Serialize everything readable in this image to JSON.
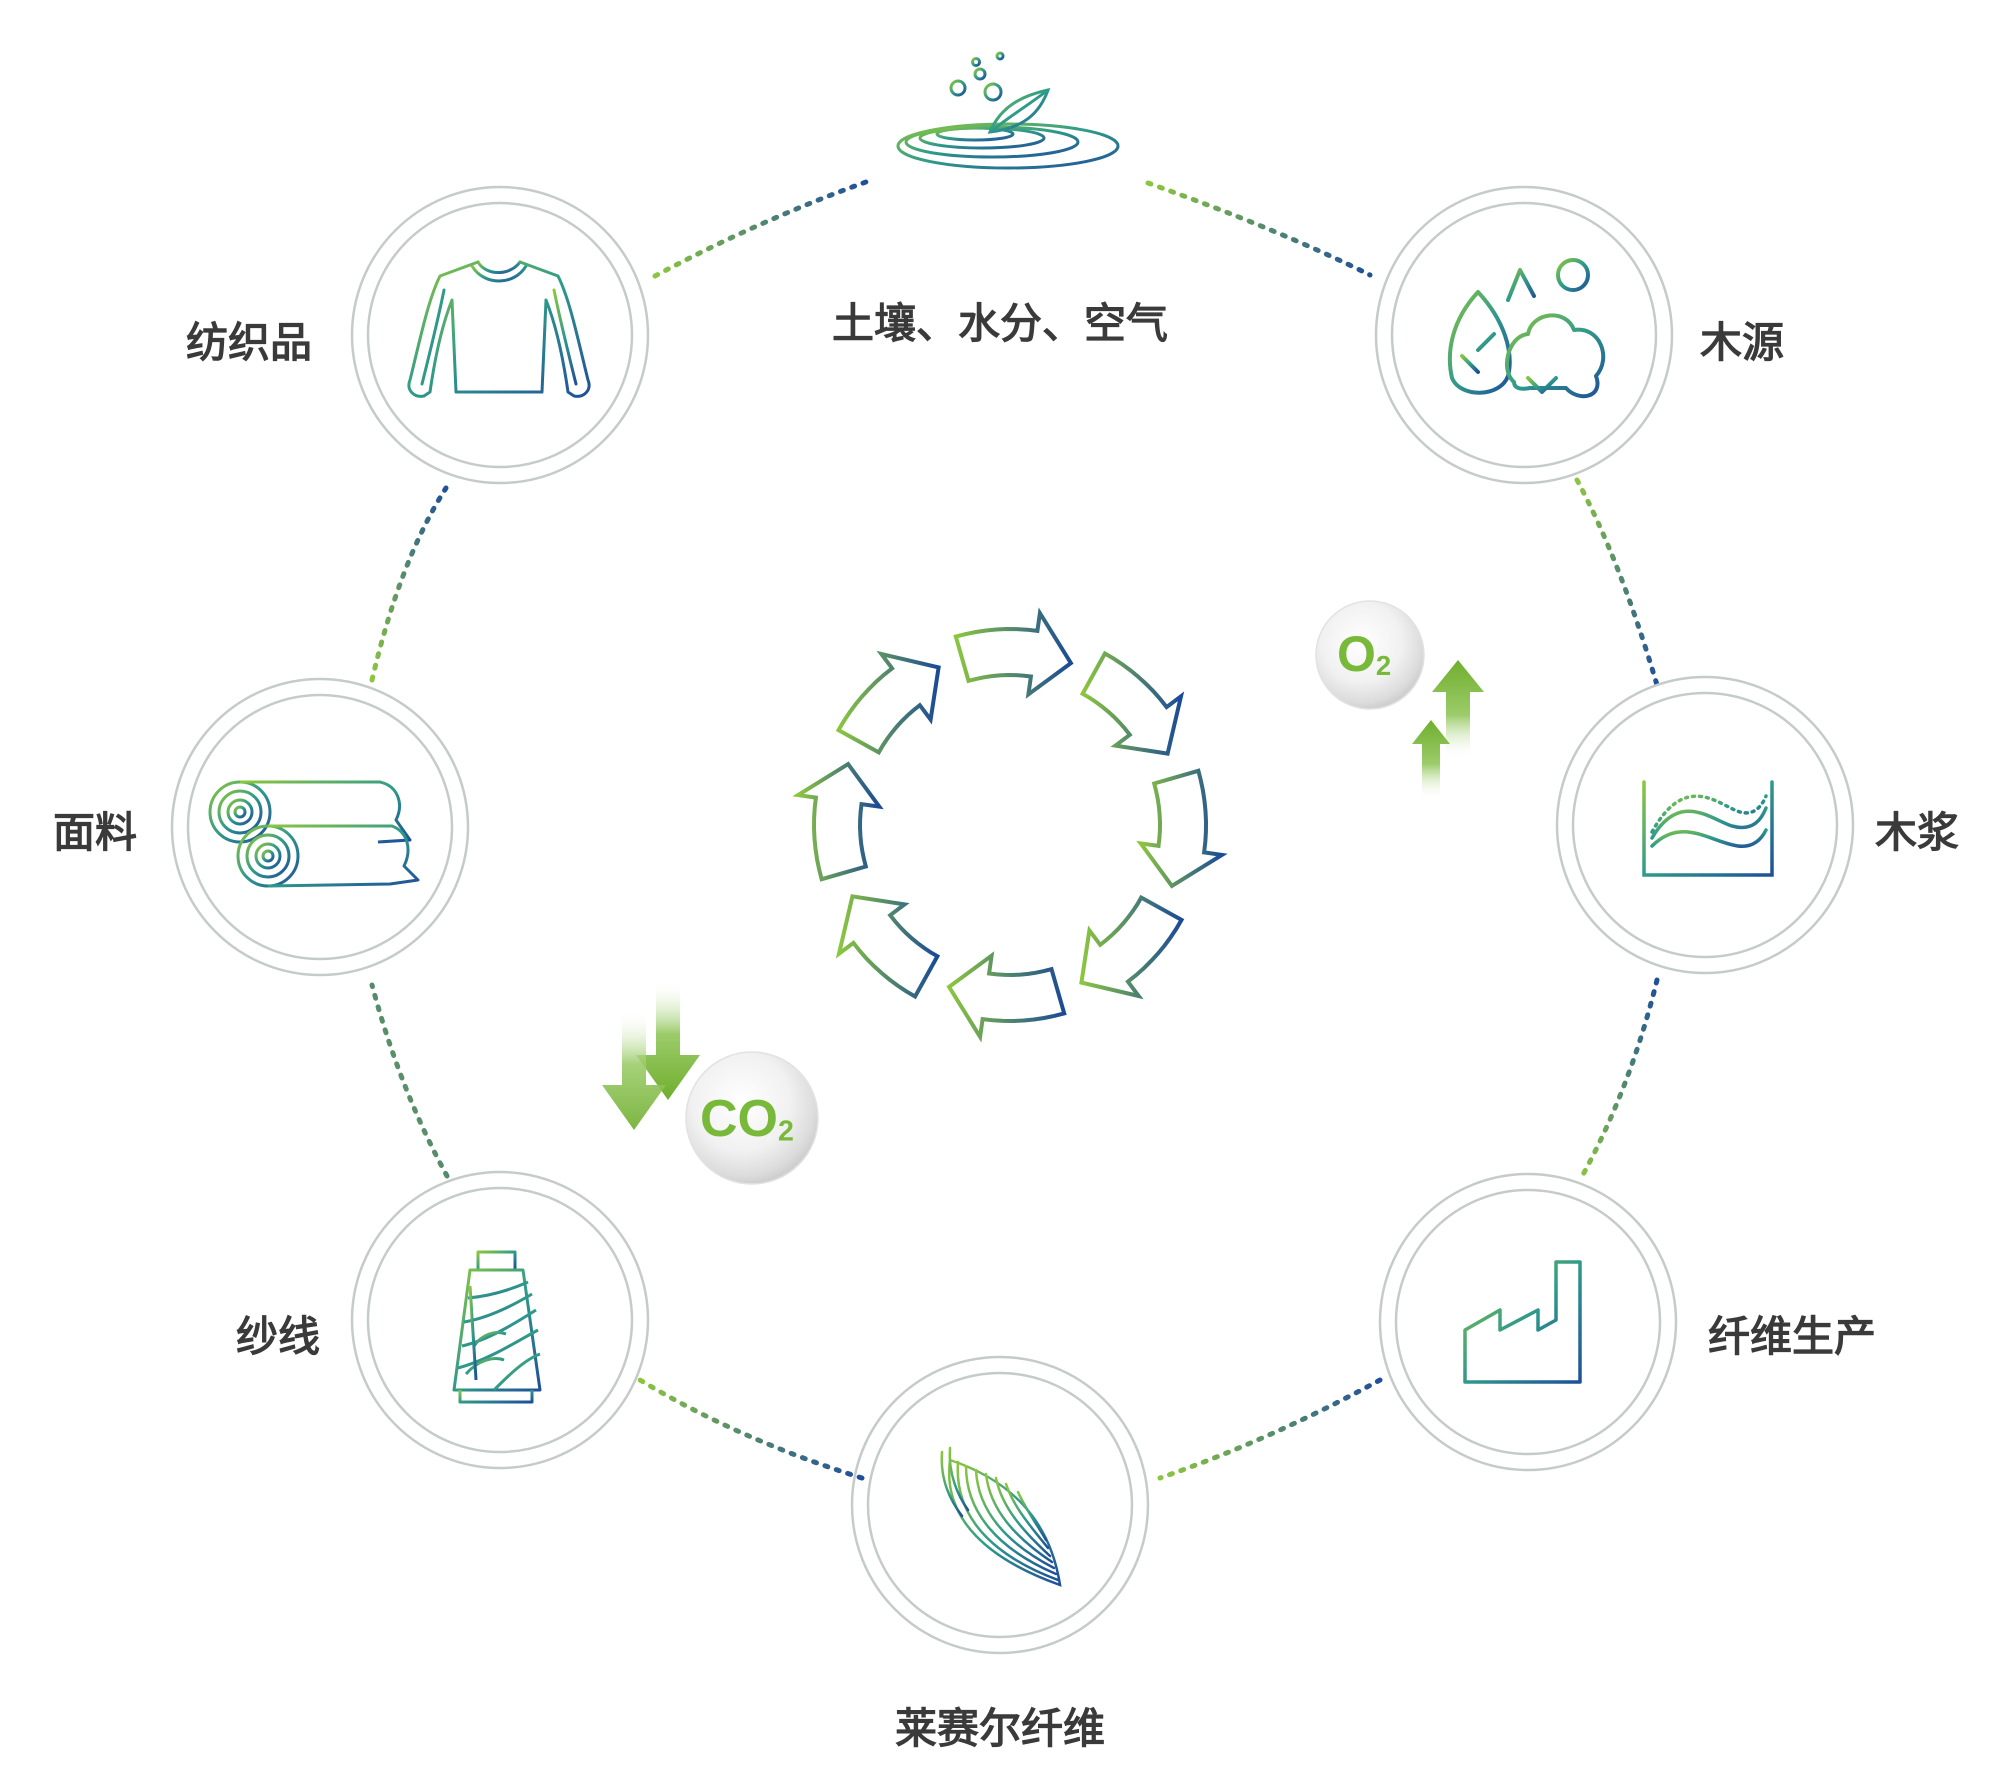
{
  "top_label": "土壤、水分、空气",
  "stages": {
    "wood_source": "木源",
    "wood_pulp": "木浆",
    "fiber_production": "纤维生产",
    "lyocell_fiber": "莱赛尔纤维",
    "yarn": "纱线",
    "fabric": "面料",
    "textiles": "纺织品"
  },
  "gases": {
    "oxygen": {
      "base": "O",
      "sub": "2"
    },
    "carbon_dioxide": {
      "base": "CO",
      "sub": "2"
    }
  },
  "colors": {
    "green": "#7ab834",
    "blue": "#1f4f9a",
    "teal": "#2f8f8a",
    "ring": "#c7ccc9",
    "text": "#3a3a3a",
    "gas_text": "#79b93a"
  },
  "icons": [
    "water-leaf-icon",
    "trees-icon",
    "pulp-wave-icon",
    "factory-icon",
    "fiber-leaf-icon",
    "yarn-spool-icon",
    "fabric-rolls-icon",
    "sweater-icon",
    "cycle-arrows-icon",
    "oxygen-bubble-icon",
    "co2-bubble-icon",
    "up-arrow-icon",
    "down-arrow-icon"
  ]
}
